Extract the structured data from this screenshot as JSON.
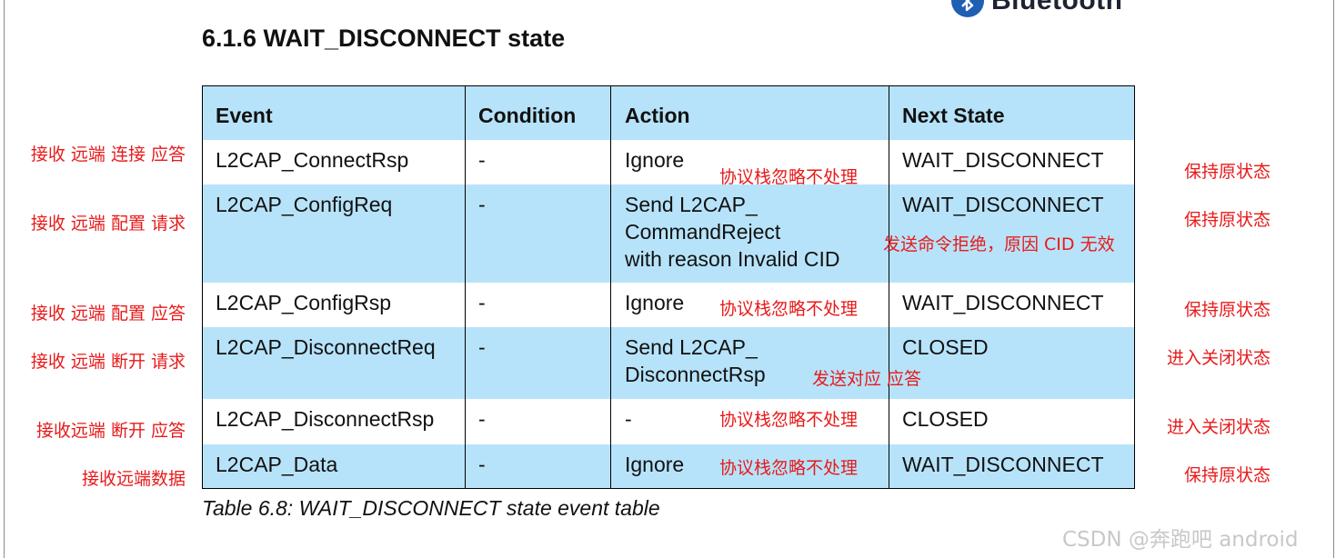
{
  "header": {
    "logo_text": "Bluetooth",
    "section_title": "6.1.6  WAIT_DISCONNECT state"
  },
  "table": {
    "columns": [
      "Event",
      "Condition",
      "Action",
      "Next State"
    ],
    "rows": [
      {
        "event": "L2CAP_ConnectRsp",
        "condition": "-",
        "action": [
          "Ignore"
        ],
        "next_state": "WAIT_DISCONNECT"
      },
      {
        "event": "L2CAP_ConfigReq",
        "condition": "-",
        "action": [
          "Send L2CAP_",
          "CommandReject",
          "with reason Invalid CID"
        ],
        "next_state": "WAIT_DISCONNECT"
      },
      {
        "event": "L2CAP_ConfigRsp",
        "condition": "-",
        "action": [
          "Ignore"
        ],
        "next_state": "WAIT_DISCONNECT"
      },
      {
        "event": "L2CAP_DisconnectReq",
        "condition": "-",
        "action": [
          "Send L2CAP_",
          "DisconnectRsp"
        ],
        "next_state": "CLOSED"
      },
      {
        "event": "L2CAP_DisconnectRsp",
        "condition": "-",
        "action": [
          "-"
        ],
        "next_state": "CLOSED"
      },
      {
        "event": "L2CAP_Data",
        "condition": "-",
        "action": [
          "Ignore"
        ],
        "next_state": "WAIT_DISCONNECT"
      }
    ],
    "row_colors": {
      "header": "#b7e3fa",
      "alternate": "#b7e3fa",
      "plain": "#ffffff"
    }
  },
  "annotations": {
    "color": "#e81a1a",
    "left": [
      "接收 远端 连接 应答",
      "接收 远端 配置 请求",
      "接收 远端 配置 应答",
      "接收 远端 断开 请求",
      "接收远端 断开 应答",
      "接收远端数据"
    ],
    "action": [
      "协议栈忽略不处理",
      "发送命令拒绝，原因 CID 无效",
      "协议栈忽略不处理",
      "发送对应 应答",
      "协议栈忽略不处理",
      "协议栈忽略不处理"
    ],
    "right": [
      "保持原状态",
      "保持原状态",
      "保持原状态",
      "进入关闭状态",
      "进入关闭状态",
      "保持原状态"
    ]
  },
  "caption": "Table 6.8:  WAIT_DISCONNECT state event table",
  "watermark": "CSDN @奔跑吧 android"
}
